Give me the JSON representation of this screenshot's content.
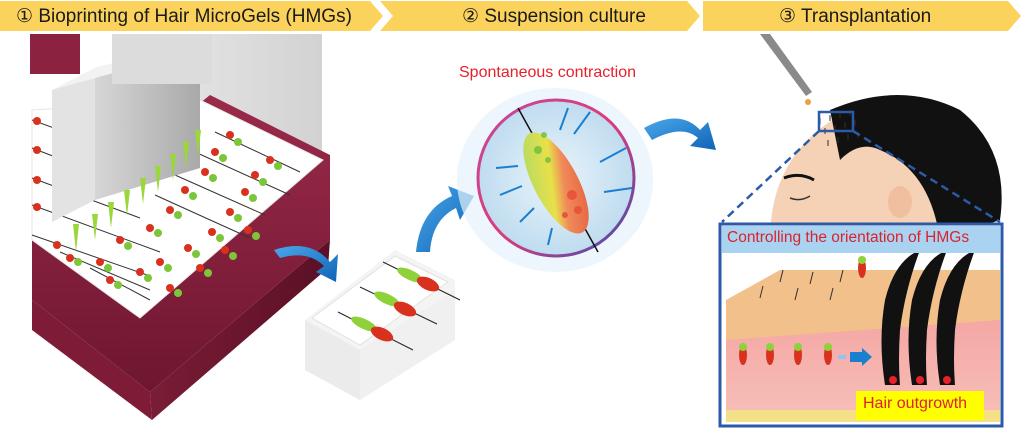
{
  "steps": [
    {
      "number": "①",
      "label": "Bioprinting of Hair MicroGels (HMGs)"
    },
    {
      "number": "②",
      "label": "Suspension culture"
    },
    {
      "number": "③",
      "label": "Transplantation"
    }
  ],
  "annotations": {
    "contraction": "Spontaneous contraction",
    "orientation": "Controlling the orientation of HMGs",
    "outgrowth": "Hair outgrowth"
  },
  "colors": {
    "banner": "#fbd35c",
    "printer_base": "#8b2240",
    "arrow": "#1b7fd0",
    "inset_border": "#2b5ba8",
    "label_red": "#e8202a",
    "microgel_green": "#8fd13a",
    "microgel_red": "#d8321f"
  }
}
